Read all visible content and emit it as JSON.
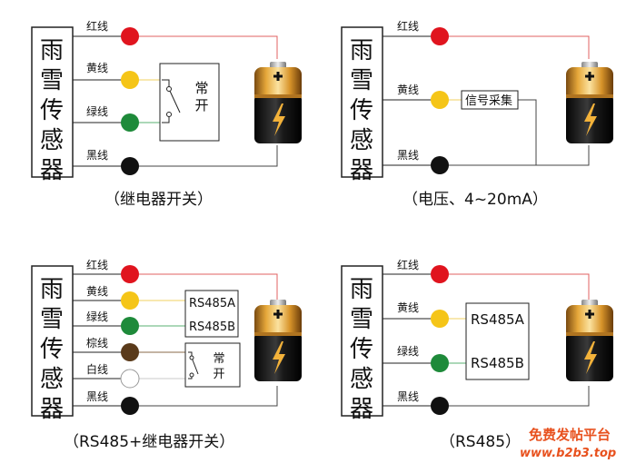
{
  "sensor_label": "雨雪传感器",
  "wires": {
    "red": "红线",
    "yellow": "黄线",
    "green": "绿线",
    "black": "黑线",
    "brown": "棕线",
    "white": "白线"
  },
  "relay_label": "常开",
  "signal_label": "信号采集",
  "rs485_a": "RS485A",
  "rs485_b": "RS485B",
  "captions": {
    "relay": "（继电器开关）",
    "voltage": "（电压、4~20mA）",
    "rs485_relay": "（RS485+继电器开关）",
    "rs485": "（RS485）"
  },
  "watermark": {
    "line1": "免费发帖平台",
    "line2": "www.b2b3.top"
  },
  "colors": {
    "red": "#e0141e",
    "yellow": "#f5c518",
    "green": "#1e8a3a",
    "black": "#111111",
    "brown": "#5a3a1a",
    "white": "#ffffff",
    "wire_red": "#e06060",
    "wire_yellow": "#f0d060",
    "wire_green": "#58b070",
    "wire_brown": "#8a6a4a",
    "wire_white": "#c8c8c8",
    "wire_black": "#444444"
  }
}
